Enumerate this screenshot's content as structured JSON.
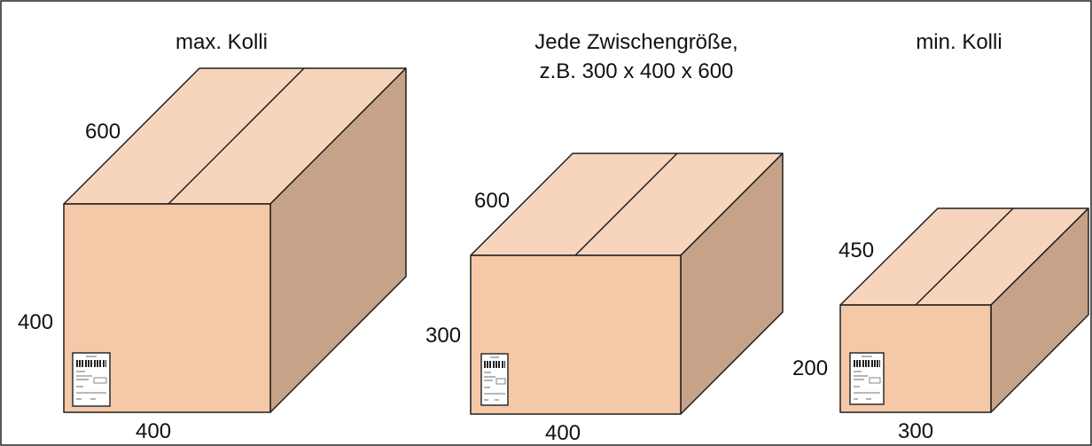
{
  "colors": {
    "front": "#F5C8A7",
    "top": "#F7D5BD",
    "side": "#C6A289",
    "outline": "#1f1f1f",
    "frame": "#222222",
    "background": "#ffffff"
  },
  "boxes": [
    {
      "id": "max",
      "title_lines": [
        "max. Kolli"
      ],
      "height_label": "400",
      "depth_label": "600",
      "width_label": "400",
      "shipping_label": {
        "icon": "shipping-label-icon"
      }
    },
    {
      "id": "mid",
      "title_lines": [
        "Jede Zwischengröße,",
        "z.B. 300 x 400 x 600"
      ],
      "height_label": "300",
      "depth_label": "600",
      "width_label": "400",
      "shipping_label": {
        "icon": "shipping-label-icon"
      }
    },
    {
      "id": "min",
      "title_lines": [
        "min. Kolli"
      ],
      "height_label": "200",
      "depth_label": "450",
      "width_label": "300",
      "shipping_label": {
        "icon": "shipping-label-icon"
      }
    }
  ]
}
